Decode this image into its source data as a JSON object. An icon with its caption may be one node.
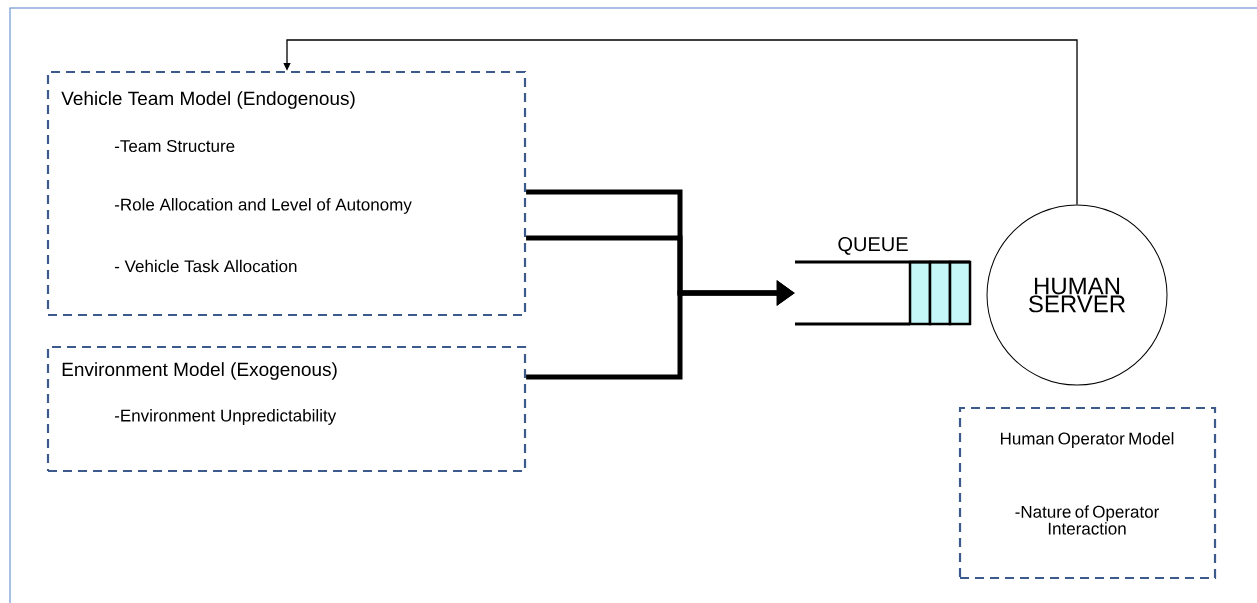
{
  "diagram": {
    "nodes": [
      {
        "text": [
          "Vehicle Team Model (Endogenous)",
          "-Team Structure",
          "-Role Allocation and Level of Autonomy",
          "- Vehicle Task Allocation"
        ]
      },
      {
        "text": [
          "Environment Model (Exogenous)",
          "-Environment Unpredictability"
        ]
      },
      {
        "text": [
          "QUEUE"
        ]
      },
      {
        "text": [
          "HUMAN SERVER"
        ]
      },
      {
        "text": [
          "Human Operator Model",
          "-Nature of Operator Interaction"
        ]
      }
    ],
    "edges": [
      {
        "from": 0,
        "to": 2,
        "arrow": "to"
      },
      {
        "from": 0,
        "to": 2,
        "arrow": "to"
      },
      {
        "from": 1,
        "to": 2,
        "arrow": "to"
      },
      {
        "from": 3,
        "to": 0,
        "arrow": "to"
      }
    ]
  }
}
